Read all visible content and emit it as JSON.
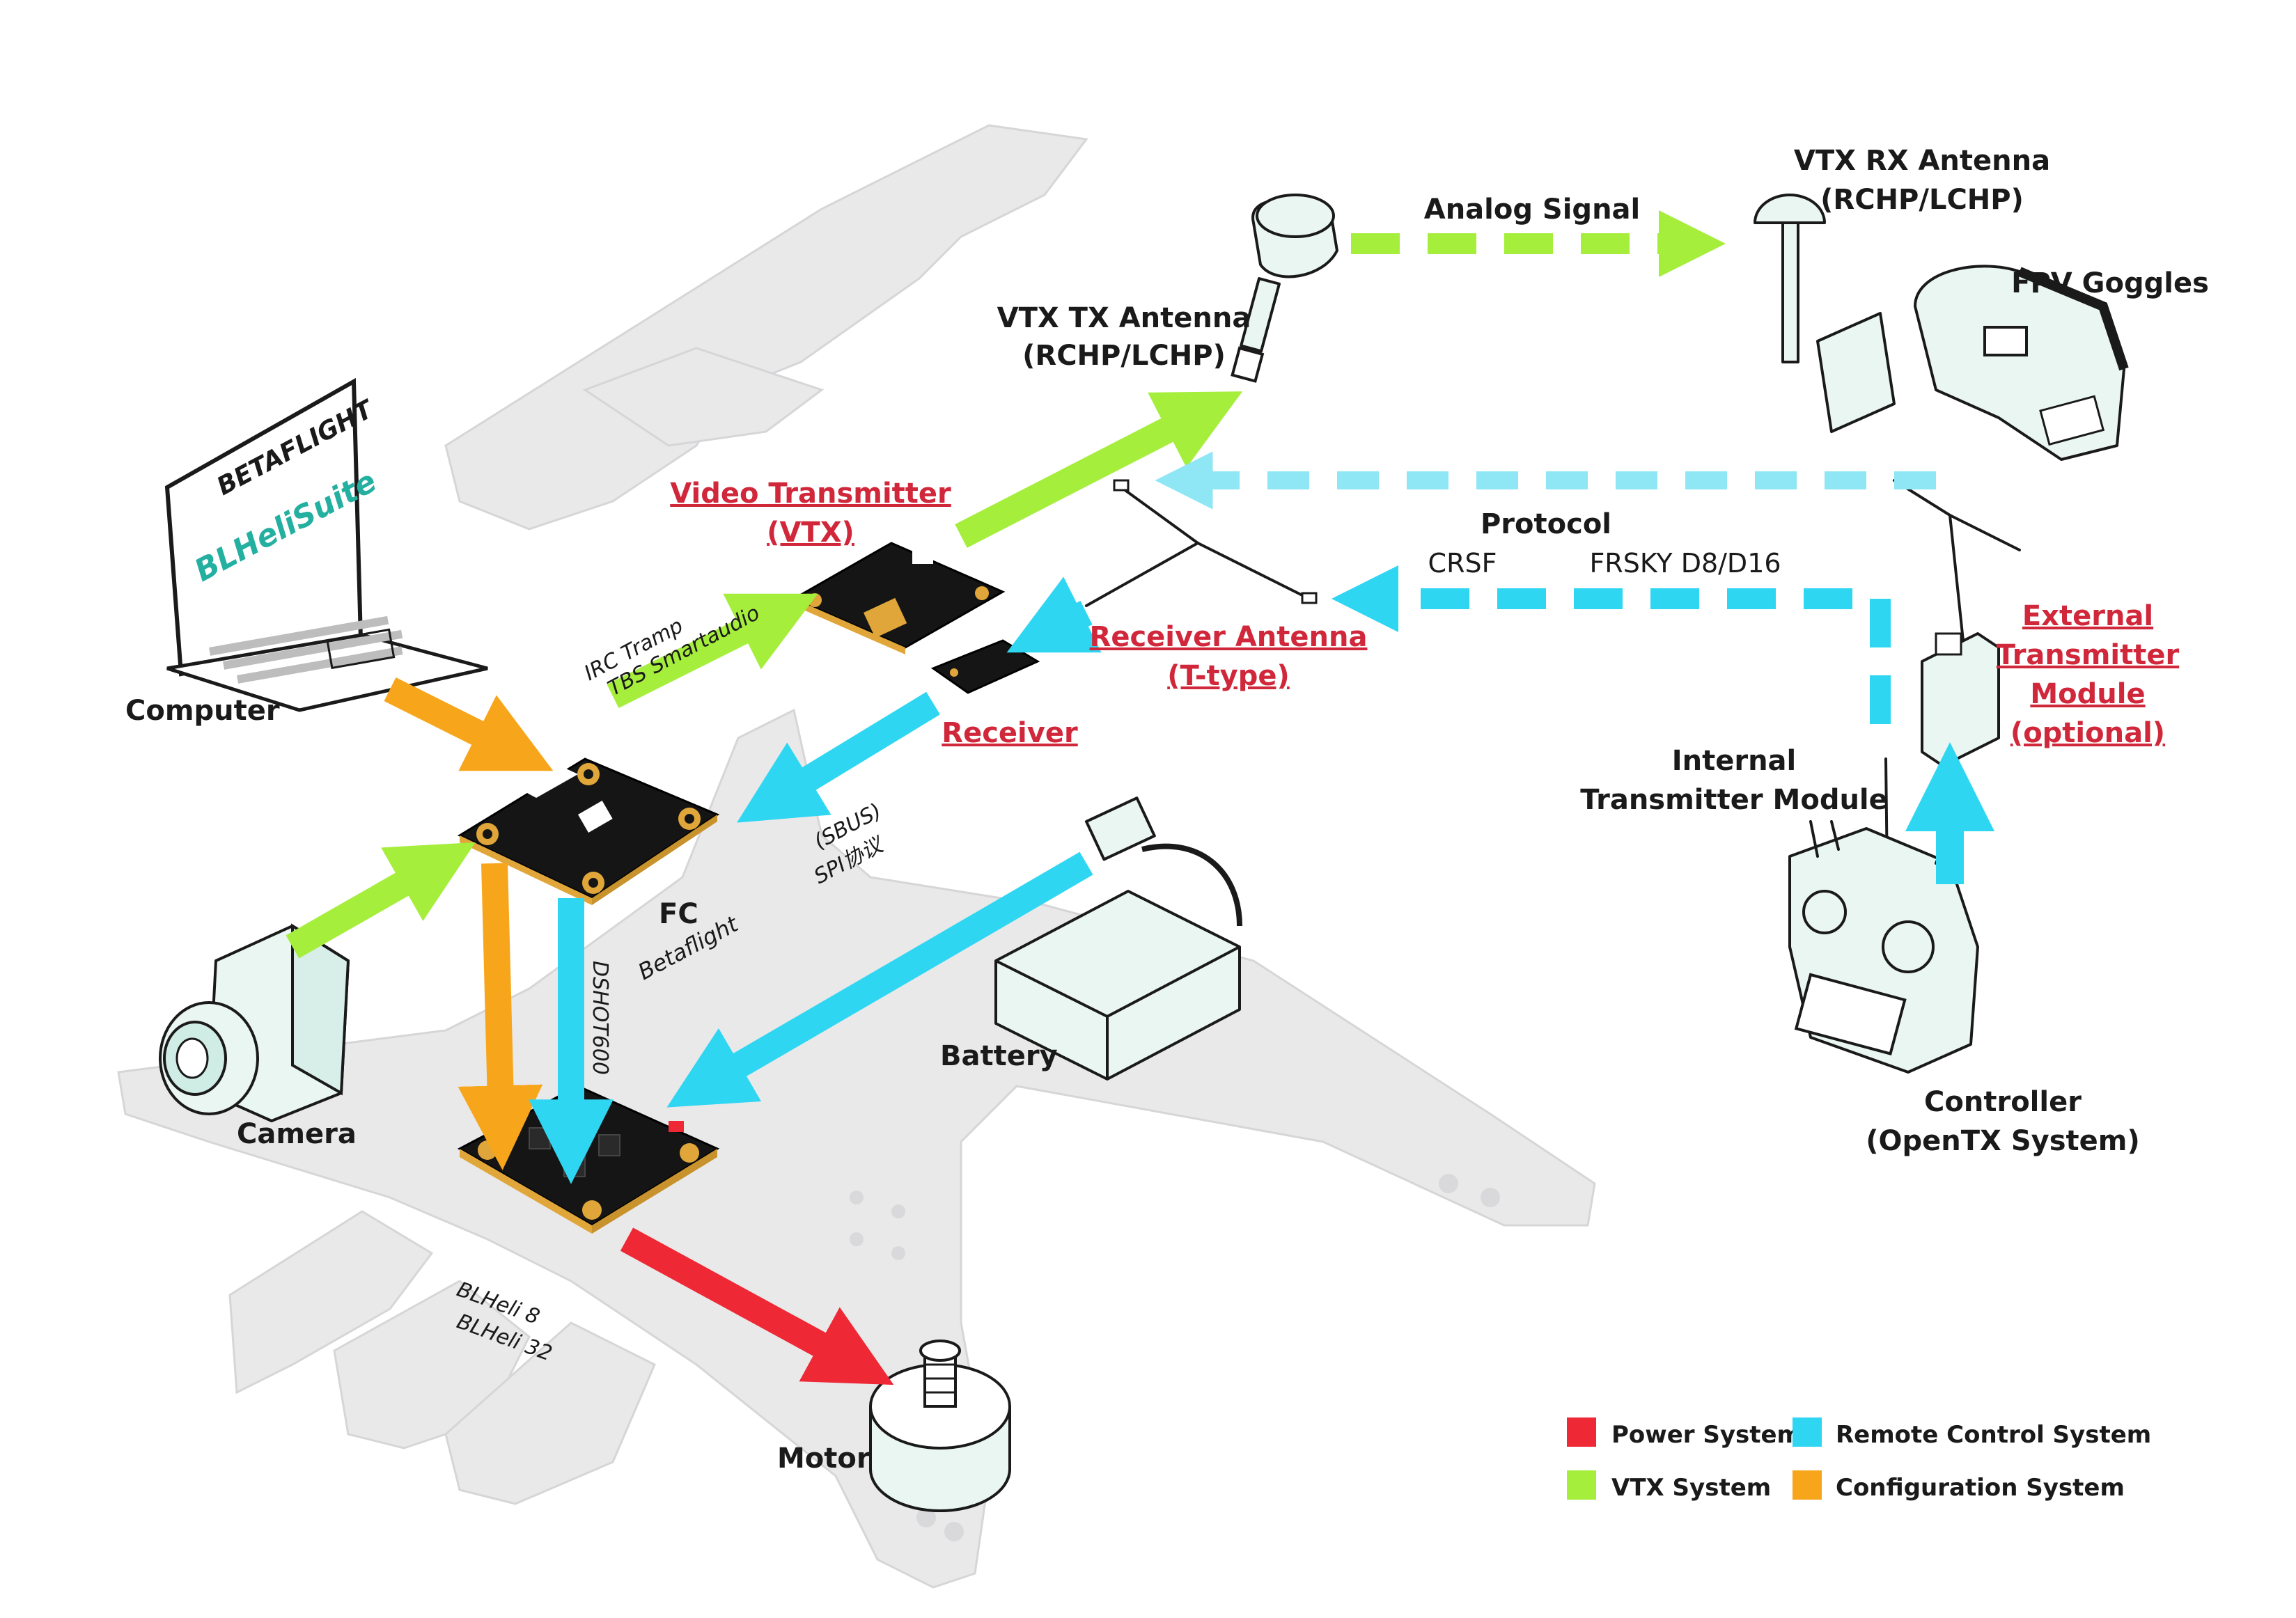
{
  "colors": {
    "power": "#ee2834",
    "vtx": "#a6ee3c",
    "remote": "#2fd6f2",
    "config": "#f7a51b",
    "label_red": "#d0273a",
    "frame": "#e9e9ea"
  },
  "icons": [
    "laptop-icon",
    "camera-icon",
    "fc-board-icon",
    "esc-board-icon",
    "motor-icon",
    "battery-icon",
    "vtx-board-icon",
    "receiver-board-icon",
    "vtx-tx-antenna-icon",
    "vtx-rx-antenna-icon",
    "fpv-goggles-icon",
    "t-antenna-icon",
    "external-module-icon",
    "controller-icon"
  ],
  "laptop": {
    "app1": "BETAFLIGHT",
    "app2": "BLHeliSuite"
  },
  "labels": {
    "computer": "Computer",
    "camera": "Camera",
    "fc": "FC",
    "fc_fw": "Betaflight",
    "battery": "Battery",
    "motor": "Motor",
    "dshot": "DSHOT600",
    "blheli8": "BLHeli 8",
    "blheli32": "BLHeli 32",
    "sbus": "(SBUS)",
    "spi": "SPI协议",
    "irc": "IRC Tramp",
    "tbs": "TBS Smartaudio",
    "vtx_l1": "Video Transmitter",
    "vtx_l2": "(VTX)",
    "receiver": "Receiver",
    "rx_ant_l1": "Receiver Antenna",
    "rx_ant_l2": "(T-type)",
    "vtx_tx_l1": "VTX TX Antenna",
    "vtx_tx_l2": "(RCHP/LCHP)",
    "analog": "Analog Signal",
    "vtx_rx_l1": "VTX RX Antenna",
    "vtx_rx_l2": "(RCHP/LCHP)",
    "goggles": "FPV Goggles",
    "protocol": "Protocol",
    "crsf": "CRSF",
    "frsky": "FRSKY D8/D16",
    "ext_l1": "External",
    "ext_l2": "Transmitter",
    "ext_l3": "Module",
    "ext_l4": "(optional)",
    "int_l1": "Internal",
    "int_l2": "Transmitter Module",
    "ctrl_l1": "Controller",
    "ctrl_l2": "(OpenTX System)"
  },
  "legend": [
    {
      "label": "Power System",
      "color": "#ee2834"
    },
    {
      "label": "Remote Control System",
      "color": "#2fd6f2"
    },
    {
      "label": "VTX System",
      "color": "#a6ee3c"
    },
    {
      "label": "Configuration System",
      "color": "#f7a51b"
    }
  ]
}
